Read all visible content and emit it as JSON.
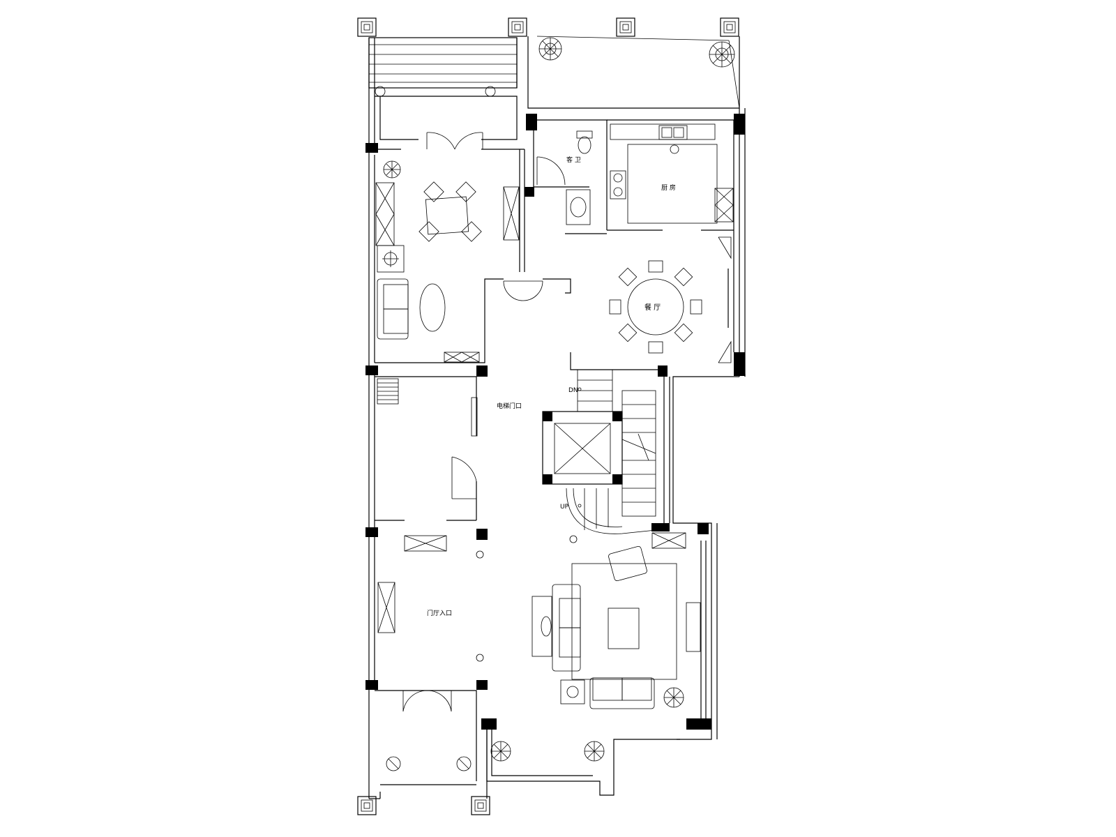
{
  "plan": {
    "labels": {
      "guest_room": "客 卫",
      "kitchen": "厨 房",
      "dining": "餐 厅",
      "corridor": "电梯门口",
      "foyer": "门厅入口",
      "stair_down": "DN",
      "stair_up": "UP"
    },
    "colors": {
      "line": "#000000",
      "background": "#ffffff"
    }
  }
}
